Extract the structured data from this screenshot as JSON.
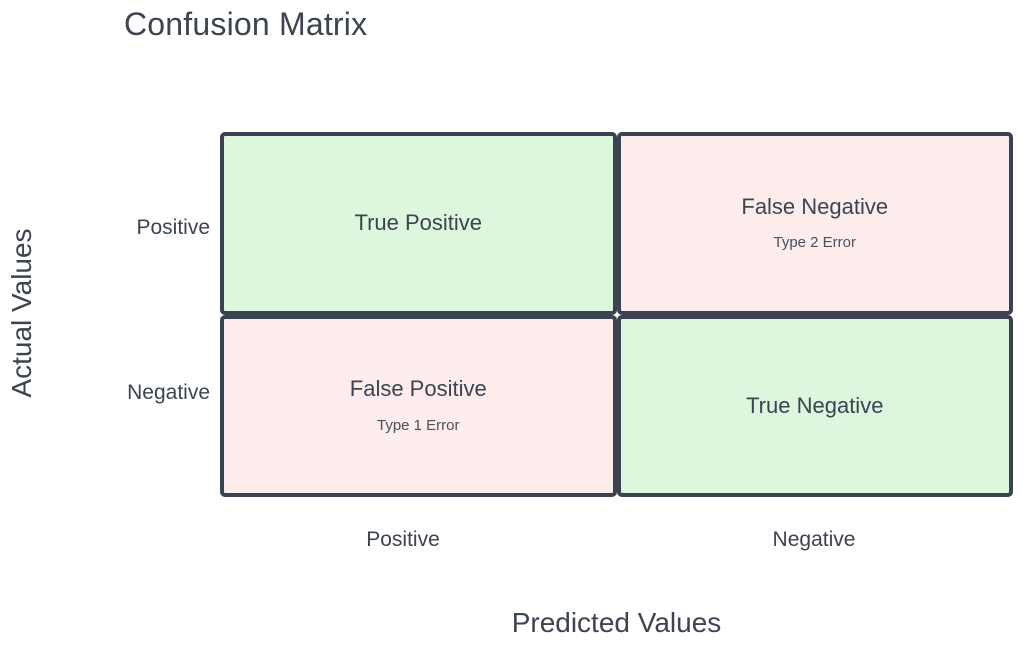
{
  "title": "Confusion Matrix",
  "axes": {
    "y_title": "Actual Values",
    "x_title": "Predicted Values",
    "row_labels": [
      "Positive",
      "Negative"
    ],
    "col_labels": [
      "Positive",
      "Negative"
    ]
  },
  "colors": {
    "correct_fill": "#ddf6de",
    "error_fill": "#fceceb",
    "border": "#3b4250",
    "text": "#3d4450",
    "background": "#ffffff"
  },
  "chart_data": {
    "type": "table",
    "title": "Confusion Matrix",
    "xlabel": "Predicted Values",
    "ylabel": "Actual Values",
    "categories": [
      "Positive",
      "Negative"
    ],
    "row_categories": [
      "Positive",
      "Negative"
    ],
    "col_categories": [
      "Positive",
      "Negative"
    ],
    "grid": false,
    "legend": "none",
    "cells": [
      {
        "actual": "Positive",
        "predicted": "Positive",
        "label": "True Positive",
        "sublabel": "",
        "outcome": "correct",
        "fill": "#ddf6de"
      },
      {
        "actual": "Positive",
        "predicted": "Negative",
        "label": "False Negative",
        "sublabel": "Type 2 Error",
        "outcome": "error",
        "fill": "#fceceb"
      },
      {
        "actual": "Negative",
        "predicted": "Positive",
        "label": "False Positive",
        "sublabel": "Type 1 Error",
        "outcome": "error",
        "fill": "#fceceb"
      },
      {
        "actual": "Negative",
        "predicted": "Negative",
        "label": "True Negative",
        "sublabel": "",
        "outcome": "correct",
        "fill": "#ddf6de"
      }
    ]
  }
}
